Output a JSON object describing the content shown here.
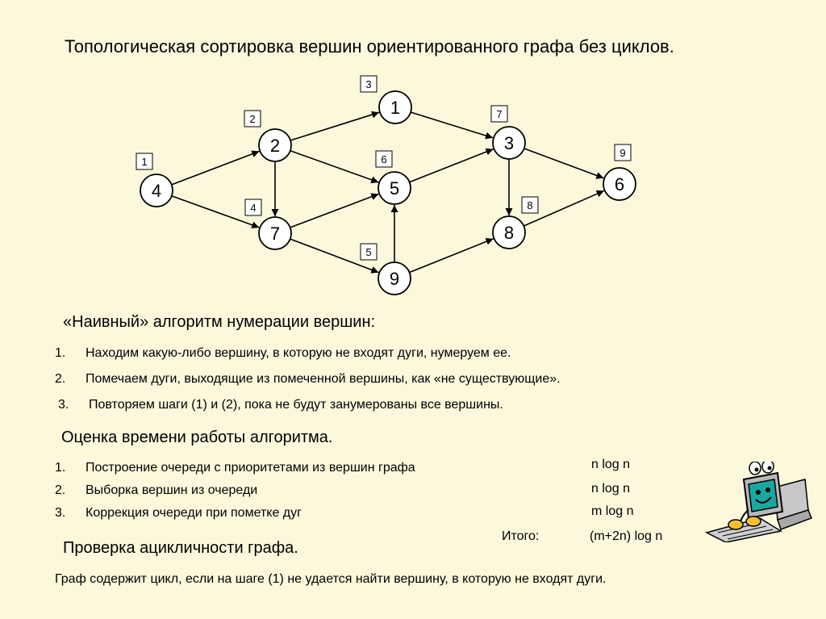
{
  "title": "Топологическая сортировка вершин ориентированного графа без циклов.",
  "graph": {
    "nodes": [
      {
        "id": "1",
        "order": "3"
      },
      {
        "id": "2",
        "order": "2"
      },
      {
        "id": "3",
        "order": "7"
      },
      {
        "id": "4",
        "order": "1"
      },
      {
        "id": "5",
        "order": "6"
      },
      {
        "id": "6",
        "order": "9"
      },
      {
        "id": "7",
        "order": "4"
      },
      {
        "id": "8",
        "order": "8"
      },
      {
        "id": "9",
        "order": "5"
      }
    ],
    "edges": [
      [
        "4",
        "2"
      ],
      [
        "4",
        "7"
      ],
      [
        "2",
        "1"
      ],
      [
        "2",
        "5"
      ],
      [
        "2",
        "7"
      ],
      [
        "7",
        "5"
      ],
      [
        "7",
        "9"
      ],
      [
        "9",
        "5"
      ],
      [
        "9",
        "8"
      ],
      [
        "1",
        "3"
      ],
      [
        "5",
        "3"
      ],
      [
        "3",
        "8"
      ],
      [
        "3",
        "6"
      ],
      [
        "8",
        "6"
      ]
    ]
  },
  "naive": {
    "heading": "«Наивный» алгоритм нумерации вершин:",
    "steps": [
      {
        "n": "1.",
        "text": "Находим какую-либо вершину, в которую не входят дуги, нумеруем ее."
      },
      {
        "n": "2.",
        "text": "Помечаем дуги, выходящие из помеченной вершины, как «не существующие»."
      },
      {
        "n": "3.",
        "text": "Повторяем шаги (1) и (2), пока не будут занумерованы все вершины."
      }
    ]
  },
  "estimate": {
    "heading": "Оценка времени работы алгоритма.",
    "steps": [
      {
        "n": "1.",
        "text": "Построение очереди с приоритетами из вершин графа",
        "cost": "n log n"
      },
      {
        "n": "2.",
        "text": "Выборка вершин из очереди",
        "cost": "n log n"
      },
      {
        "n": "3.",
        "text": "Коррекция очереди при пометке дуг",
        "cost": "m log n"
      }
    ],
    "total_label": "Итого:",
    "total_value": "(m+2n) log n"
  },
  "acyclic": {
    "heading": "Проверка ацикличности графа.",
    "text": "Граф содержит цикл, если на шаге (1) не удается найти вершину, в которую не входят дуги."
  }
}
